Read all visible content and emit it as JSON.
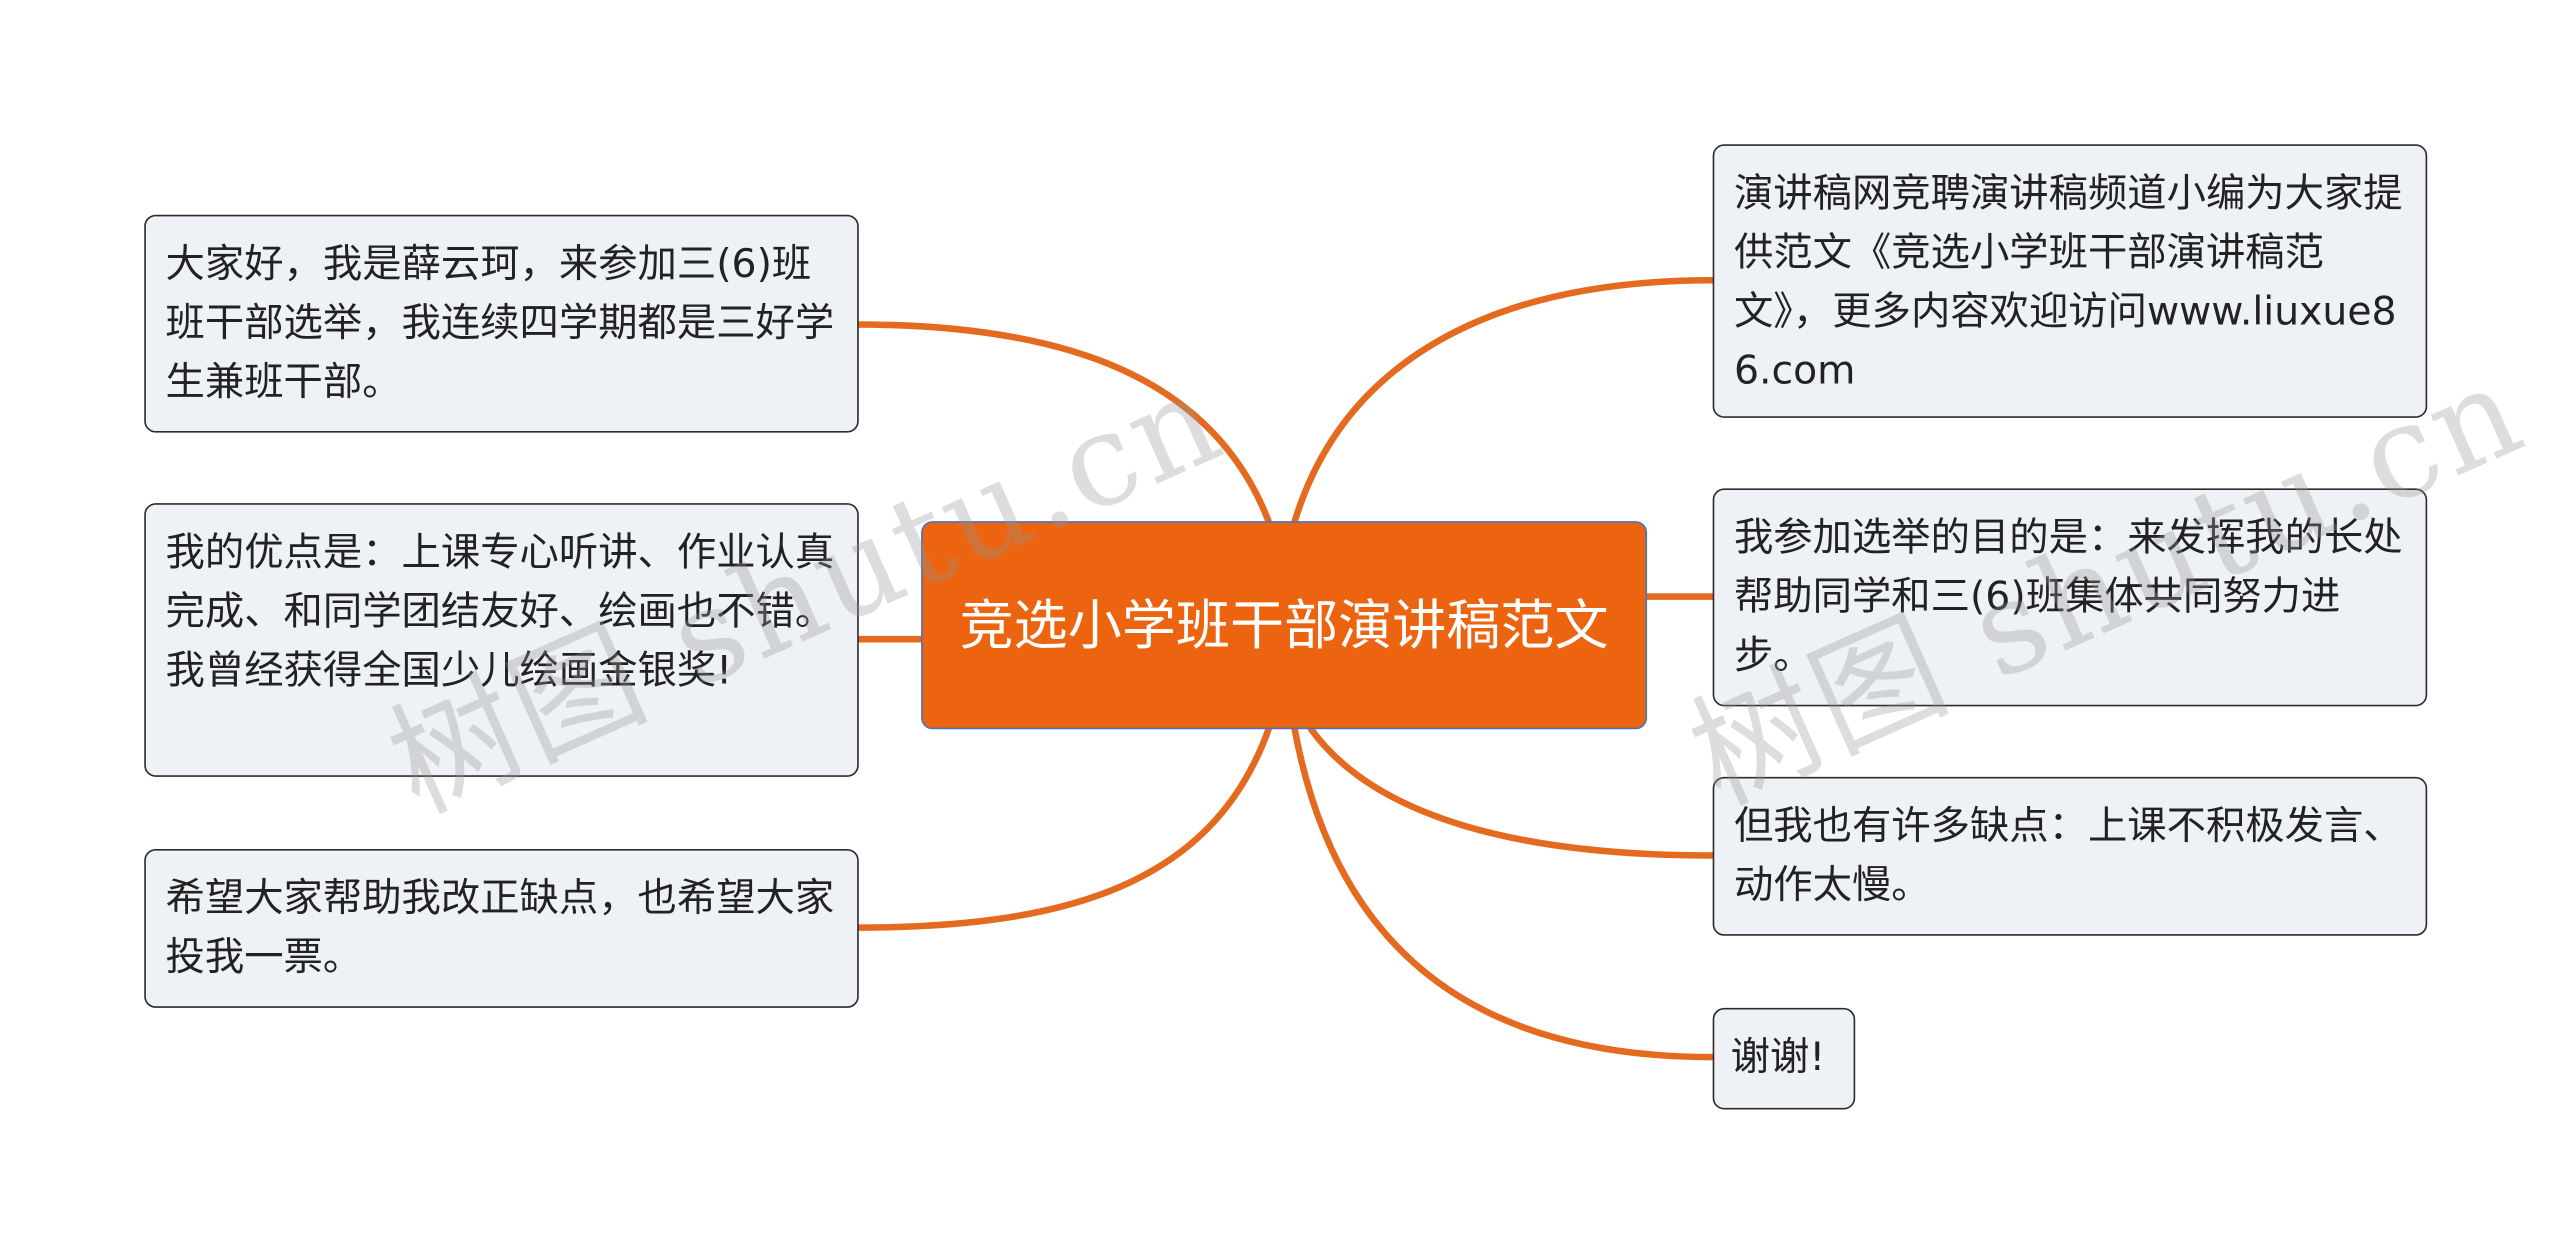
{
  "diagram": {
    "root": {
      "label": "竞选小学班干部演讲稿范文"
    },
    "left_topics": [
      {
        "label": "大家好，我是薛云珂，来参加三(6)班班干部选举，我连续四学期都是三好学生兼班干部。"
      },
      {
        "label": "我的优点是：上课专心听讲、作业认真完成、和同学团结友好、绘画也不错。我曾经获得全国少儿绘画金银奖!"
      },
      {
        "label": "希望大家帮助我改正缺点，也希望大家投我一票。"
      }
    ],
    "right_topics": [
      {
        "label": "演讲稿网竞聘演讲稿频道小编为大家提供范文《竞选小学班干部演讲稿范文》，更多内容欢迎访问www.liuxue86.com"
      },
      {
        "label": "我参加选举的目的是：来发挥我的长处帮助同学和三(6)班集体共同努力进步。"
      },
      {
        "label": "但我也有许多缺点：上课不积极发言、动作太慢。"
      },
      {
        "label": "谢谢!"
      }
    ]
  },
  "watermarks": [
    "树图 shutu.cn",
    "树图 shutu.cn"
  ],
  "colors": {
    "root_fill": "#ec6310",
    "root_border": "#4a74b9",
    "connector": "#e46a1f",
    "topic_fill": "#eef1f5",
    "topic_border": "#2d2d2d"
  }
}
